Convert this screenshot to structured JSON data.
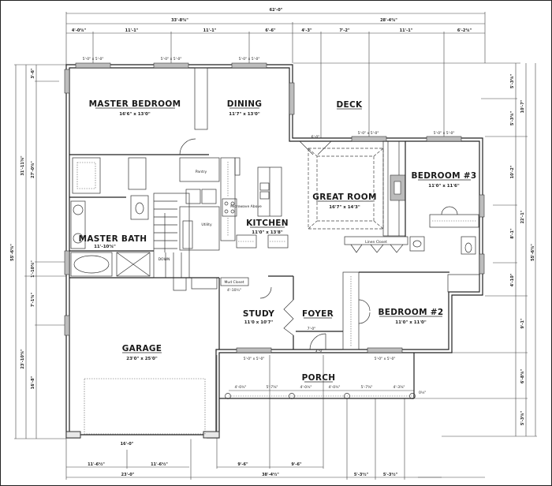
{
  "plan": {
    "overall_width": "62'-0\"",
    "overall_depth_left": "55'-6¾\"",
    "overall_depth_right": "55'-6¾\""
  },
  "rooms": {
    "master_bedroom": {
      "name": "MASTER BEDROOM",
      "size": "16'6\" x 13'0\""
    },
    "dining": {
      "name": "DINING",
      "size": "11'7\" x 13'0\""
    },
    "deck": {
      "name": "DECK"
    },
    "great_room": {
      "name": "GREAT ROOM",
      "size": "16'7\" x 14'3\""
    },
    "bedroom3": {
      "name": "BEDROOM #3",
      "size": "11'0\" x 11'6\""
    },
    "kitchen": {
      "name": "KITCHEN",
      "size": "11'0\" x 13'8\""
    },
    "master_bath": {
      "name": "MASTER BATH",
      "size": "11'-10¾\""
    },
    "study": {
      "name": "STUDY",
      "size": "11'0 x 10'7\""
    },
    "foyer": {
      "name": "FOYER"
    },
    "bedroom2": {
      "name": "BEDROOM #2",
      "size": "11'0\" x 11'0\""
    },
    "garage": {
      "name": "GARAGE",
      "size": "23'0\" x 25'0\""
    },
    "porch": {
      "name": "PORCH"
    }
  },
  "fixtures": {
    "pantry": "Pantry",
    "utility": "Utility",
    "linen_closet": "Linen Closet",
    "mud_closet": "Mud Closet",
    "down": "DOWN",
    "microwave": "Microwave Above"
  },
  "dimensions": {
    "top": {
      "left_total": "33'-8¾\"",
      "right_total": "28'-4¾\"",
      "segments": [
        "4'-0¾\"",
        "11'-1\"",
        "11'-1\"",
        "6'-6\"",
        "4'-3\"",
        "7'-2\"",
        "11'-1\"",
        "6'-2¾\""
      ],
      "windows": [
        "5'-0\" x 5'-0\"",
        "5'-0\" x 5'-0\"",
        "5'-0\" x 5'-0\""
      ]
    },
    "bottom": {
      "garage_total": "23'-0\"",
      "garage_segments": [
        "11'-6½\"",
        "11'-6½\""
      ],
      "garage_door": "16'-0\"",
      "porch_total": "38'-4½\"",
      "porch_segments": [
        "9'-6\"",
        "9'-6\""
      ],
      "right_segments": [
        "5'-3½\"",
        "5'-3½\""
      ]
    },
    "porch": {
      "segments": [
        "4'-0¾\"",
        "5'-7⅝\"",
        "4'-0¾\"",
        "4'-0¾\"",
        "5'-7⅝\"",
        "4'-3⅝\""
      ],
      "windows": [
        "5'-0\" x 5'-0\"",
        "5'-0\" x 5'-0\""
      ],
      "door": "3'-0\"",
      "post": "0¼\""
    },
    "left": {
      "outer": "55'-6¾\"",
      "upper_total": "31'-11⅝\"",
      "upper_inner": "27'-0¾\"",
      "top_seg": "3'-6\"",
      "mid_seg": "1'-10¾\"",
      "lower_total": "23'-10¾\"",
      "lower_a": "7'-1¾\"",
      "lower_b": "16'-8\""
    },
    "right": {
      "outer": "55'-6¾\"",
      "deck_a": "5'-3¾\"",
      "deck_b": "5'-3¾\"",
      "deck_total": "10'-7\"",
      "bed3": "10'-2\"",
      "mid_total": "22'-1\"",
      "bath": "8'-1\"",
      "lower_a": "4'-10\"",
      "lower_b": "9'-1\"",
      "porch_a": "6'-8¾\"",
      "porch_b": "5'-3¾\""
    },
    "doors": {
      "deck_door": "6'-0\"",
      "deck_window": "5'-0\" x 5'-0\"",
      "bed3_window": "5'-0\" x 5'-0\"",
      "front_door": "3'-0\"",
      "foyer_width": "7'-0\"",
      "study_width": "4'-10¾\""
    }
  },
  "colors": {
    "line": "#222222",
    "window_fill": "#bdbdbd",
    "background": "#ffffff"
  }
}
